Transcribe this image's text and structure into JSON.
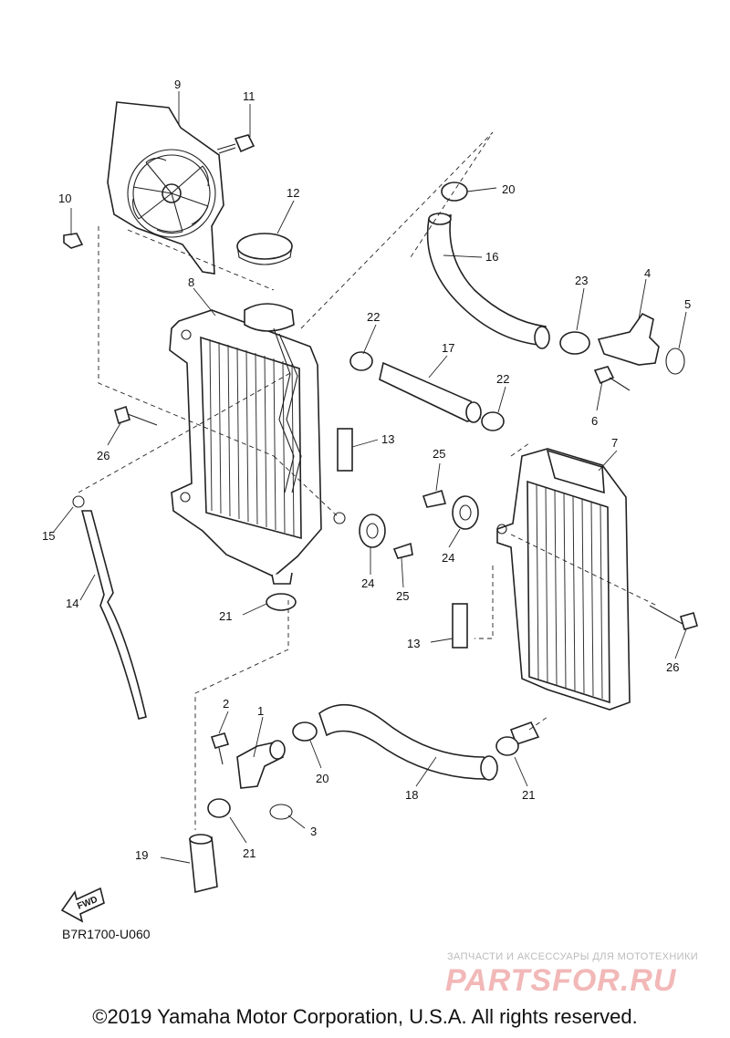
{
  "diagram": {
    "code": "B7R1700-U060",
    "fwd_label": "FWD",
    "copyright": "©2019 Yamaha Motor Corporation, U.S.A. All rights reserved.",
    "watermark_tagline": "ЗАПЧАСТИ И АКСЕССУАРЫ ДЛЯ МОТОТЕХНИКИ",
    "watermark_logo": "PARTSFOR.RU",
    "callouts": {
      "c1": "1",
      "c2": "2",
      "c3": "3",
      "c4": "4",
      "c5": "5",
      "c6": "6",
      "c7": "7",
      "c8": "8",
      "c9": "9",
      "c10": "10",
      "c11": "11",
      "c12": "12",
      "c13a": "13",
      "c13b": "13",
      "c14": "14",
      "c15": "15",
      "c16": "16",
      "c17": "17",
      "c18": "18",
      "c19": "19",
      "c20a": "20",
      "c20b": "20",
      "c21a": "21",
      "c21b": "21",
      "c21c": "21",
      "c22a": "22",
      "c22b": "22",
      "c23": "23",
      "c24a": "24",
      "c24b": "24",
      "c25a": "25",
      "c25b": "25",
      "c26a": "26",
      "c26b": "26"
    }
  }
}
